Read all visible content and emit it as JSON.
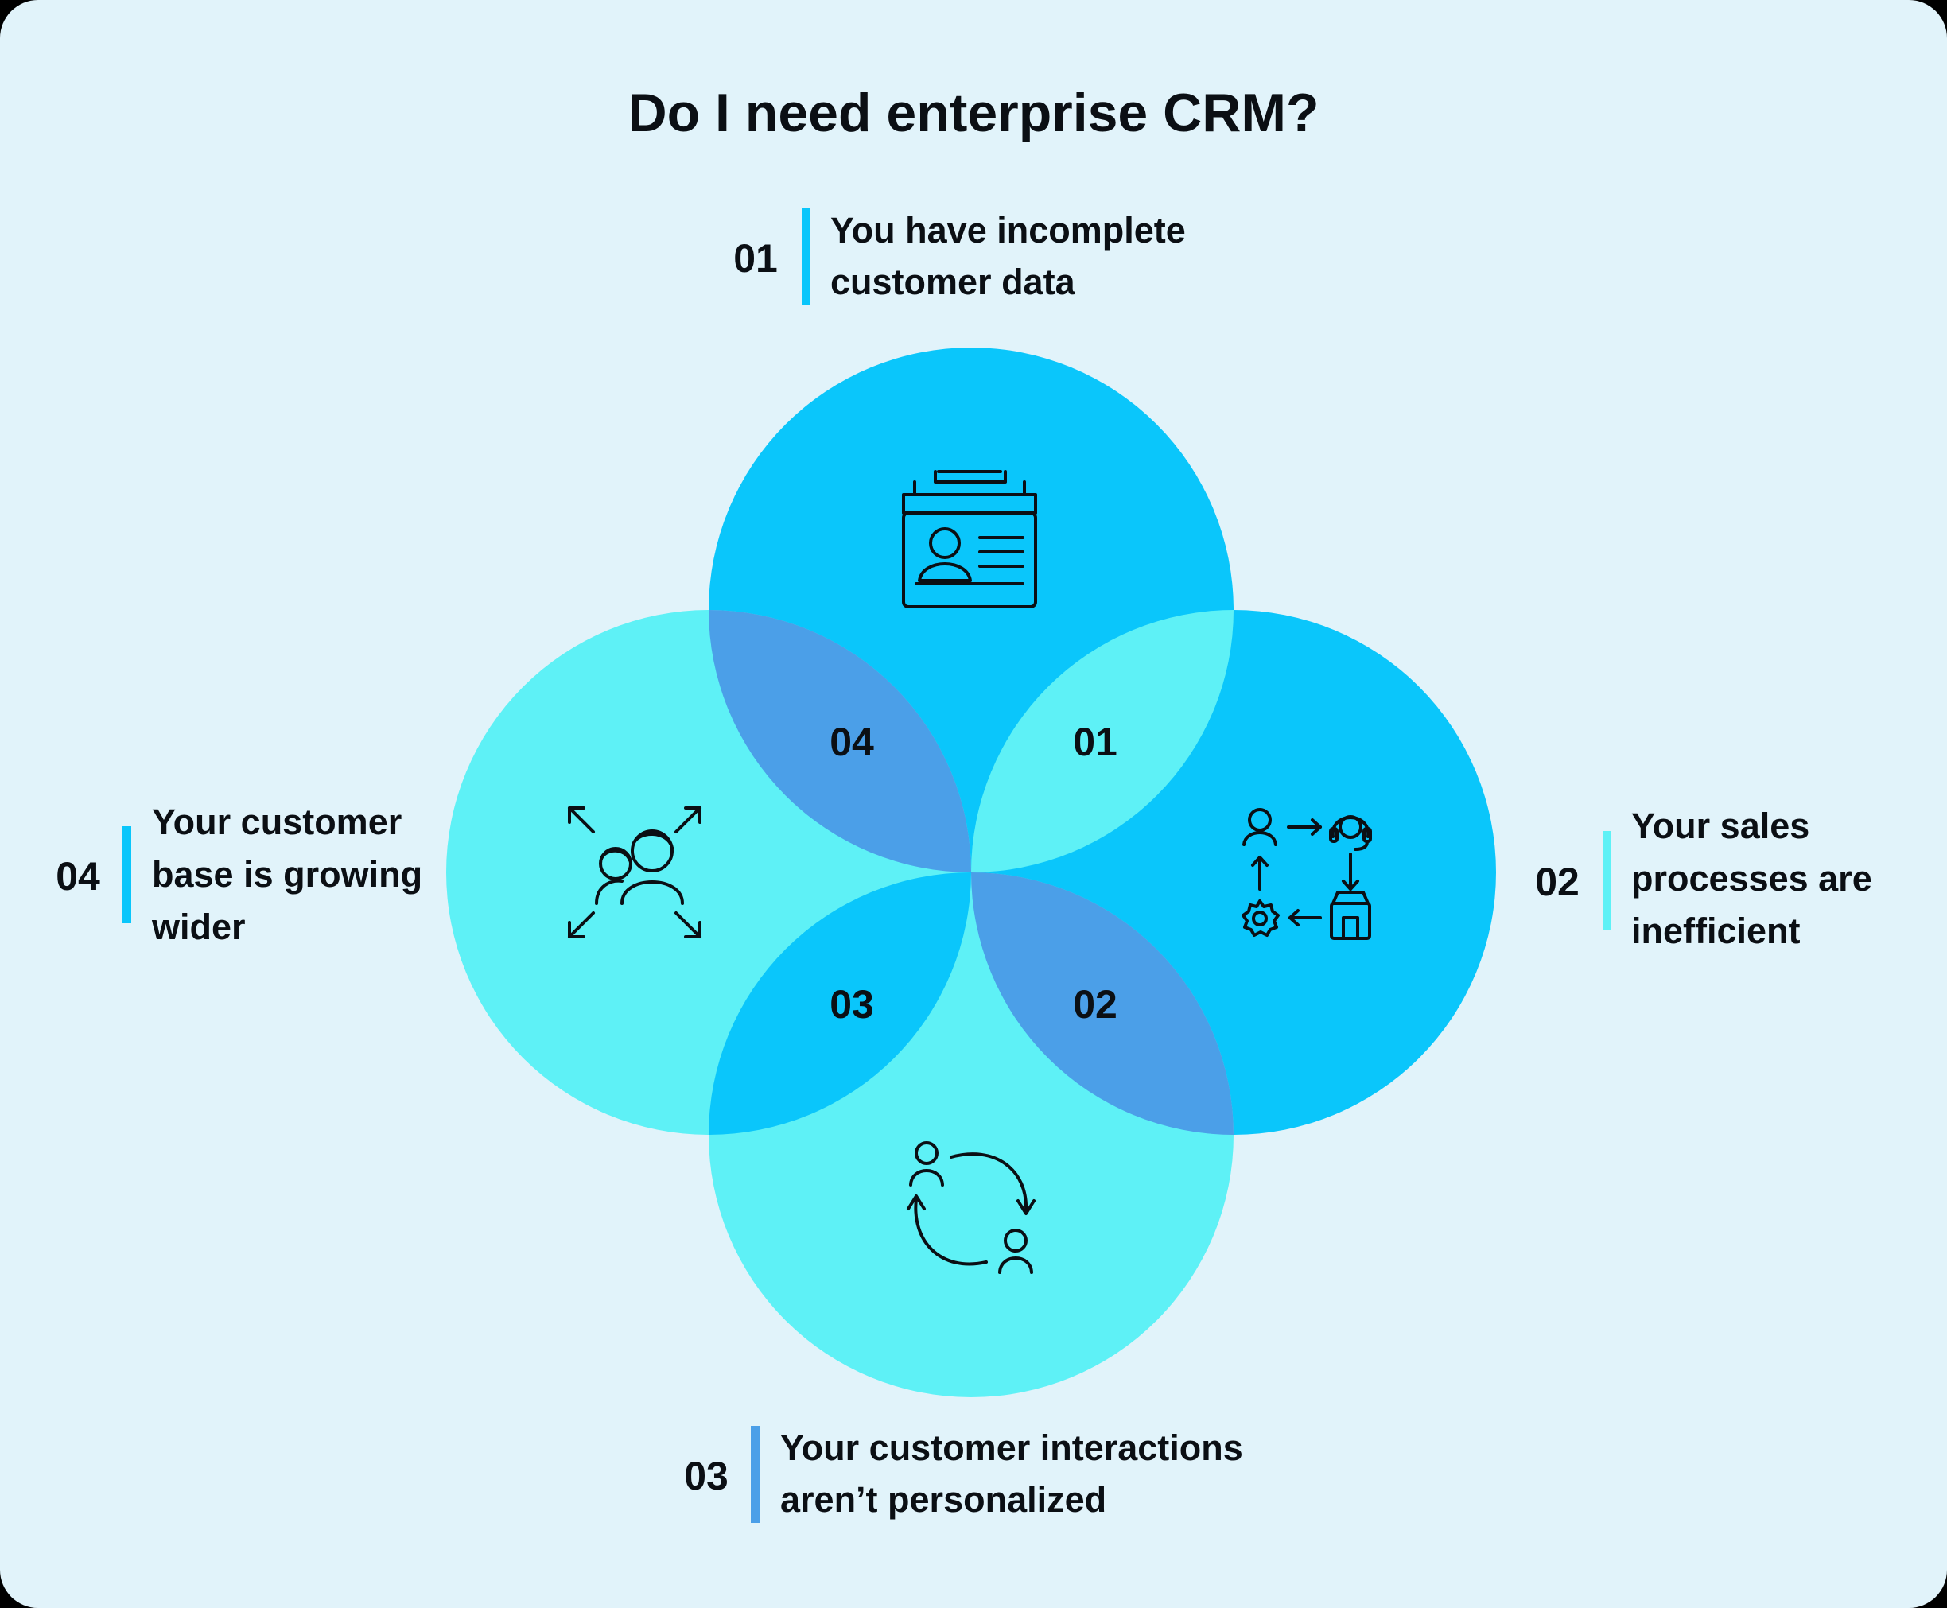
{
  "title": "Do I need enterprise CRM?",
  "colors": {
    "background": "#e1f3fa",
    "deep_circle": "#0ac6fb",
    "light_circle": "#5ef1f6",
    "overlap_dark": "#4b9fe8",
    "overlap_cross": "#0ac6fb",
    "text": "#0b0f14",
    "bar_blue": "#0ac6fb",
    "bar_cyan": "#5ef1f6",
    "bar_darkblue": "#4b9fe8"
  },
  "items": [
    {
      "number": "01",
      "lines": [
        "You have incomplete",
        "customer data"
      ],
      "icon": "contact-card-icon",
      "circle_color": "deep"
    },
    {
      "number": "02",
      "lines": [
        "Your sales",
        "processes are",
        "inefficient"
      ],
      "icon": "workflow-cycle-icon",
      "circle_color": "deep"
    },
    {
      "number": "03",
      "lines": [
        "Your customer interactions",
        "aren’t personalized"
      ],
      "icon": "customer-exchange-icon",
      "circle_color": "light"
    },
    {
      "number": "04",
      "lines": [
        "Your customer",
        "base is growing",
        "wider"
      ],
      "icon": "expanding-users-icon",
      "circle_color": "light"
    }
  ],
  "overlaps": [
    {
      "position": "top-left",
      "label": "04"
    },
    {
      "position": "top-right",
      "label": "01"
    },
    {
      "position": "bottom-left",
      "label": "03"
    },
    {
      "position": "bottom-right",
      "label": "02"
    }
  ]
}
